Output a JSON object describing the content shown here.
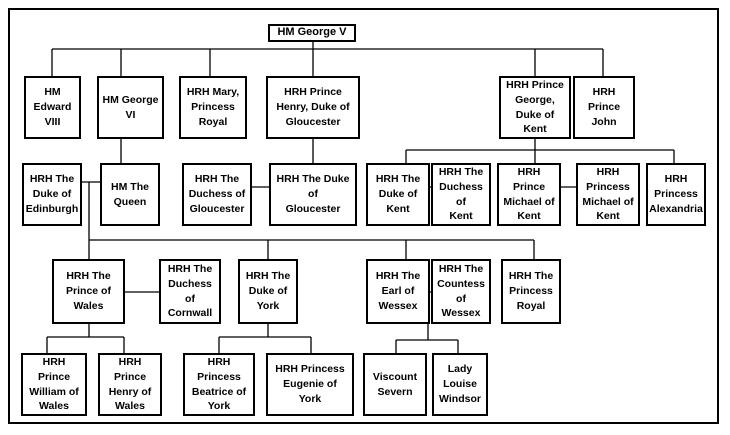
{
  "nodes": {
    "george_v": "HM George V",
    "edward_viii": "HM\nEdward\nVIII",
    "george_vi": "HM George\nVI",
    "mary": "HRH Mary,\nPrincess\nRoyal",
    "henry_gloucester": "HRH Prince\nHenry, Duke of\nGloucester",
    "george_kent": "HRH Prince\nGeorge,\nDuke of\nKent",
    "john": "HRH Prince\nJohn",
    "duke_edinburgh": "HRH The\nDuke of\nEdinburgh",
    "queen": "HM The\nQueen",
    "duchess_gloucester": "HRH The\nDuchess of\nGloucester",
    "duke_gloucester": "HRH The Duke of\nGloucester",
    "duke_kent": "HRH The\nDuke of\nKent",
    "duchess_kent": "HRH The\nDuchess of\nKent",
    "michael_kent": "HRH Prince\nMichael of\nKent",
    "princess_michael": "HRH\nPrincess\nMichael of\nKent",
    "alexandra": "HRH\nPrincess\nAlexandria",
    "prince_wales": "HRH The\nPrince of\nWales",
    "duchess_cornwall": "HRH The\nDuchess of\nCornwall",
    "duke_york": "HRH The\nDuke of\nYork",
    "earl_wessex": "HRH The\nEarl of\nWessex",
    "countess_wessex": "HRH The\nCountess\nof Wessex",
    "princess_royal": "HRH The\nPrincess\nRoyal",
    "william": "HRH Prince\nWilliam of\nWales",
    "henry_wales": "HRH Prince\nHenry of\nWales",
    "beatrice": "HRH\nPrincess\nBeatrice of\nYork",
    "eugenie": "HRH Princess\nEugenie of York",
    "severn": "Viscount\nSevern",
    "louise": "Lady\nLouise\nWindsor"
  }
}
